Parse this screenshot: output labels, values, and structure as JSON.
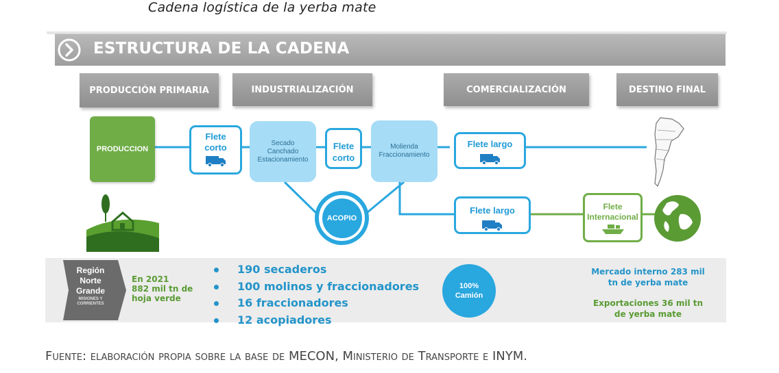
{
  "caption": "Cadena logística de la yerba mate",
  "header": {
    "title": "ESTRUCTURA DE LA CADENA"
  },
  "stages": [
    "PRODUCCIÓN  PRIMARIA",
    "INDUSTRIALIZACIÓN",
    "COMERCIALIZACIÓN",
    "DESTINO FINAL"
  ],
  "nodes": {
    "produccion": "PRODUCCION",
    "flete_corto_1": [
      "Flete",
      "corto"
    ],
    "secado": [
      "Secado",
      "Canchado",
      "Estacionamiento"
    ],
    "flete_corto_2": [
      "Flete",
      "corto"
    ],
    "molienda": [
      "Molienda",
      "Fraccionamiento"
    ],
    "flete_largo_1": "Flete largo",
    "flete_largo_2": "Flete largo",
    "acopio": "ACOPIO",
    "flete_internacional": [
      "Flete",
      "Internacional"
    ]
  },
  "region": {
    "label": [
      "Región",
      "Norte",
      "Grande"
    ],
    "sub": [
      "MISIONES Y",
      "CORRIENTES"
    ]
  },
  "production_note": [
    "En 2021",
    "882  mil tn de",
    "hoja verde"
  ],
  "bullets": [
    "190 secaderos",
    "100 molinos y fraccionadores",
    "16 fraccionadores",
    "12 acopiadores"
  ],
  "truck_share": {
    "value": 100,
    "label": [
      "100%",
      "Camión"
    ]
  },
  "market": {
    "internal": [
      "Mercado interno  283 mil",
      "tn de yerba mate"
    ],
    "exports": [
      "Exportaciones  36 mil tn",
      "de yerba mate"
    ]
  },
  "source": {
    "part1": "Fuente: elaboración propia sobre la base de ",
    "part2": "MECON",
    "part3": ", Ministerio de Transporte e ",
    "part4": "INYM",
    "part5": "."
  },
  "colors": {
    "blue": "#29a7df",
    "light_blue": "#a6dcf6",
    "green": "#70ad47",
    "gray": "#9d9d9d"
  },
  "icons": [
    "chevron-right-circle-icon",
    "truck-icon",
    "farm-landscape-icon",
    "argentina-map-icon",
    "globe-icon",
    "ship-icon"
  ]
}
